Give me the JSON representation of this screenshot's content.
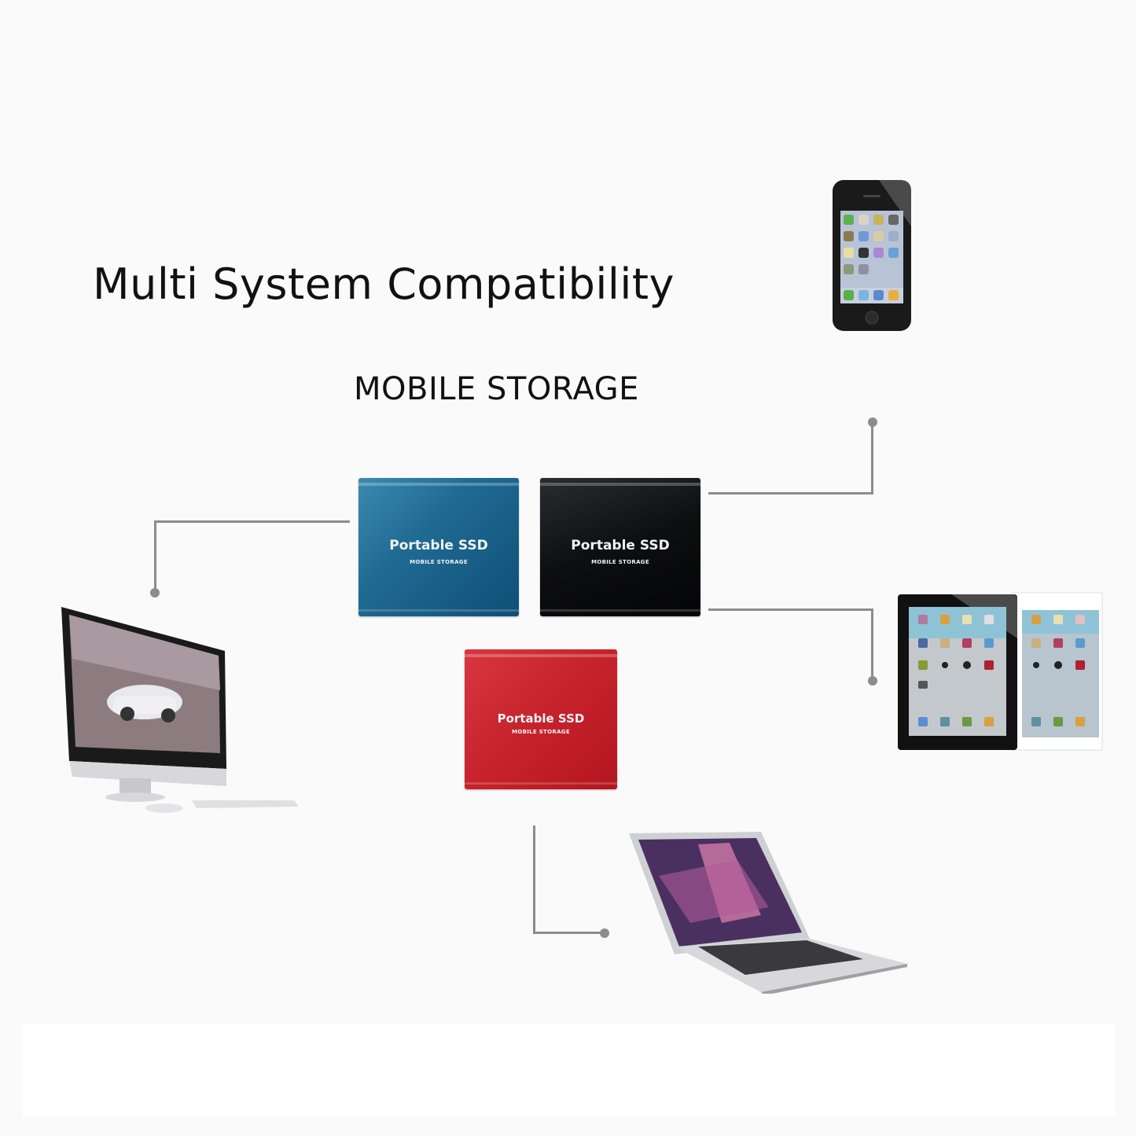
{
  "title": "Multi System Compatibility",
  "subtitle": "MOBILE STORAGE",
  "ssds": [
    {
      "color_name": "blue",
      "label": "Portable SSD",
      "sublabel": "MOBILE STORAGE",
      "color": "#1f6a93"
    },
    {
      "color_name": "black",
      "label": "Portable SSD",
      "sublabel": "MOBILE STORAGE",
      "color": "#0d0e10"
    },
    {
      "color_name": "red",
      "label": "Portable SSD",
      "sublabel": "MOBILE STORAGE",
      "color": "#c6222c"
    }
  ],
  "devices": [
    {
      "name": "smartphone",
      "connected_to": "black"
    },
    {
      "name": "tablets",
      "connected_to": "black"
    },
    {
      "name": "desktop-computer",
      "connected_to": "blue"
    },
    {
      "name": "laptop",
      "connected_to": "red"
    }
  ],
  "colors": {
    "background": "#fafafa",
    "connector": "#8c8c8c",
    "text": "#111111"
  }
}
